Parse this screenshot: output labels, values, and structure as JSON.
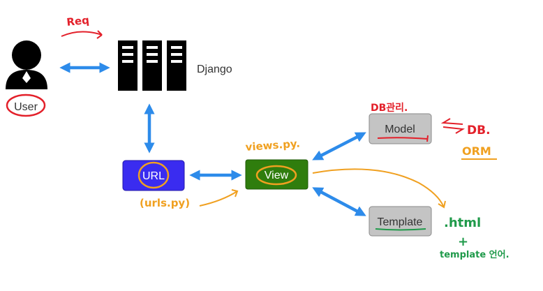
{
  "nodes": {
    "user": {
      "label": "User"
    },
    "server": {
      "label": "Django"
    },
    "url": {
      "label": "URL"
    },
    "view": {
      "label": "View"
    },
    "model": {
      "label": "Model"
    },
    "template": {
      "label": "Template"
    }
  },
  "annotations": {
    "req": "Req",
    "views_file": "views.py.",
    "urls_file": "(urls.py)",
    "model_note": "DB관리.",
    "db": "DB.",
    "orm": "ORM",
    "html": ".html",
    "plus": "+",
    "template_note": "template 언어."
  },
  "colors": {
    "blue_arrow": "#2d8bea",
    "url_fill": "#3a2cf0",
    "view_fill": "#2f7d0d",
    "gray_box": "#c4c4c4",
    "red_ink": "#e3202a",
    "orange_ink": "#f0a020",
    "green_ink": "#1f9a4a"
  }
}
